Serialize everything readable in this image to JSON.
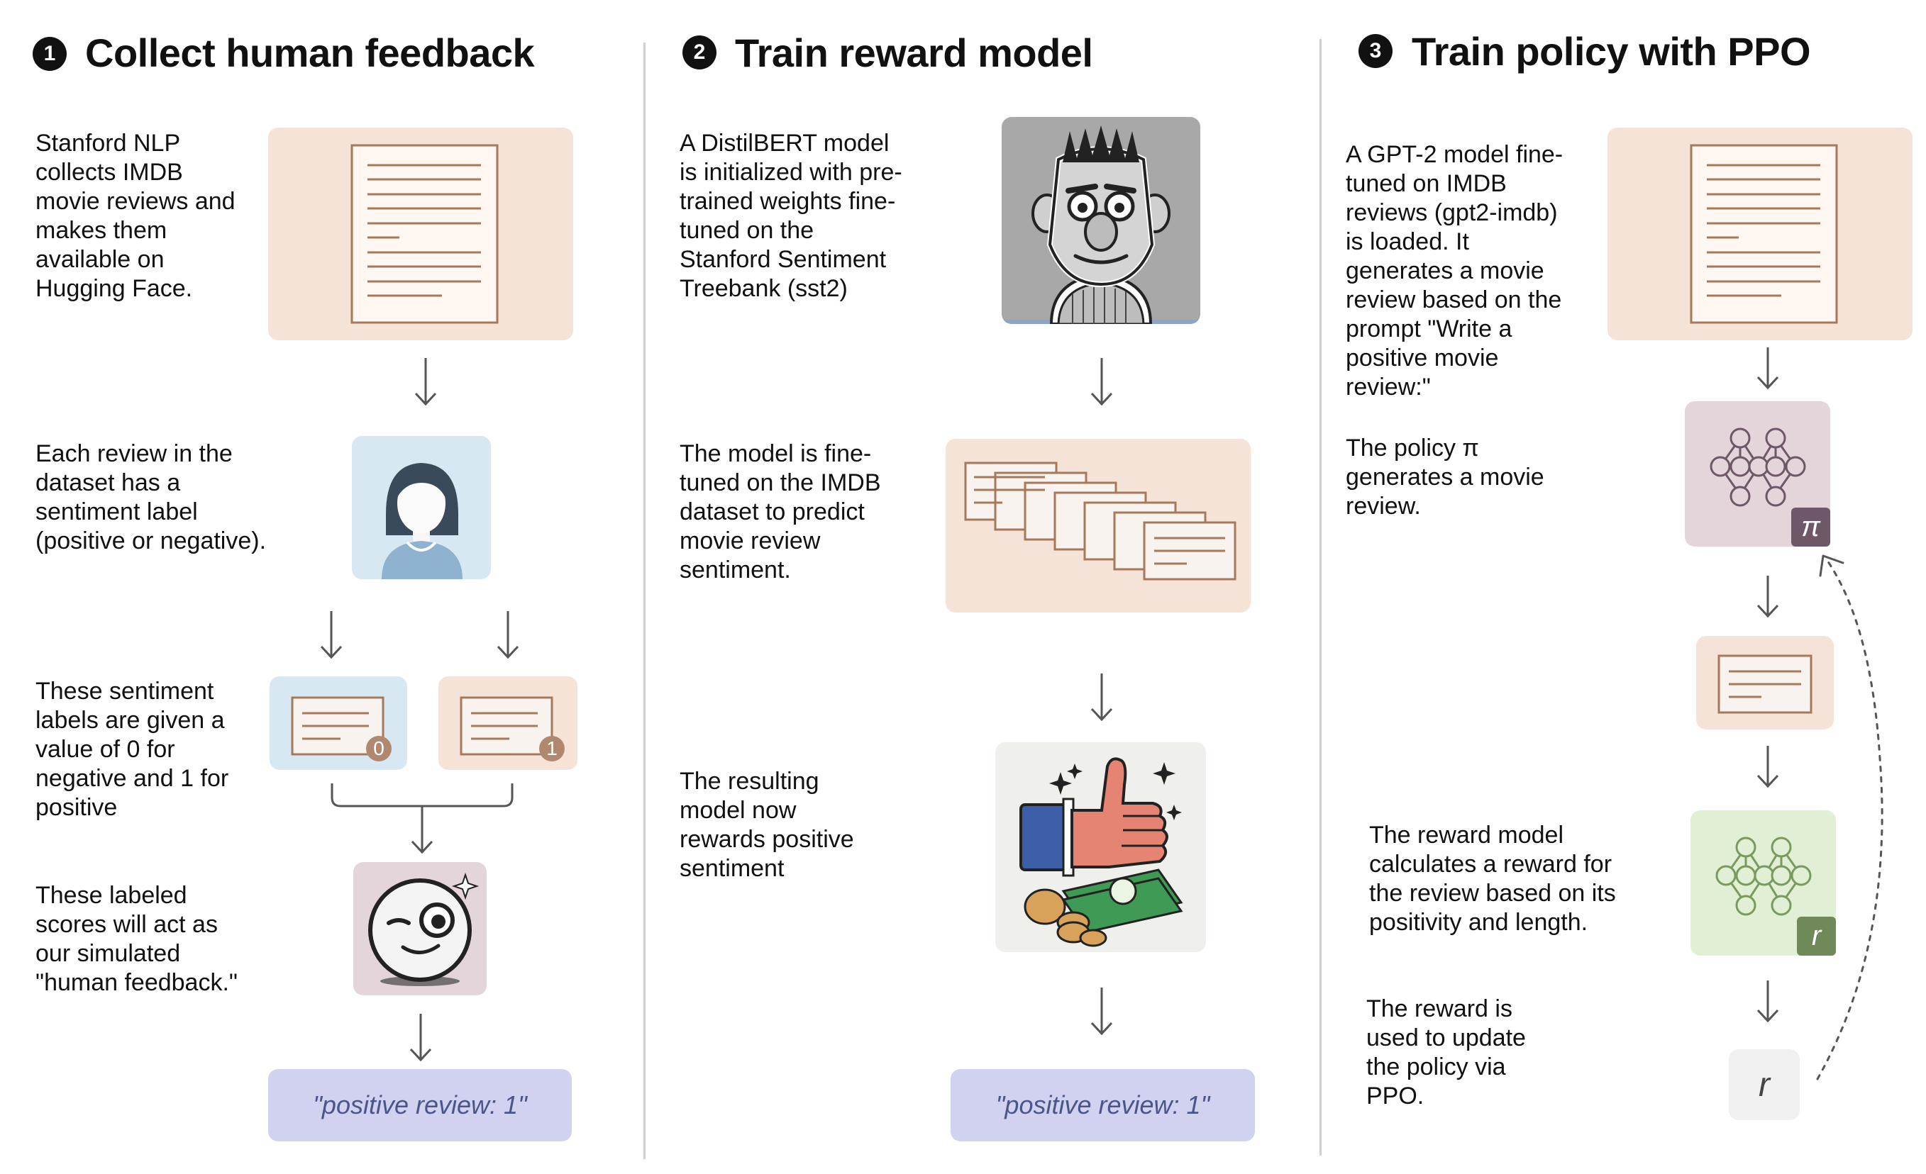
{
  "columns": [
    {
      "number": "1",
      "title": "Collect human feedback",
      "texts": {
        "t1": "Stanford NLP collects IMDB movie reviews and makes them available on Hugging Face.",
        "t2": "Each review in the dataset has a sentiment label (positive or negative).",
        "t3": "These sentiment labels are given a value of 0 for negative and 1 for positive",
        "t4": "These labeled scores will act as our simulated \"human feedback.\""
      },
      "badge_zero": "0",
      "badge_one": "1",
      "output": "\"positive review: 1\""
    },
    {
      "number": "2",
      "title": "Train reward model",
      "texts": {
        "t1": "A DistilBERT model is initialized with pre-trained weights fine-tuned on the Stanford Sentiment Treebank (sst2)",
        "t2": "The model is fine-tuned on the IMDB dataset to predict movie review sentiment.",
        "t3": "The resulting model now rewards positive sentiment"
      },
      "output": "\"positive review: 1\""
    },
    {
      "number": "3",
      "title": "Train policy with PPO",
      "texts": {
        "t1": "A GPT-2 model fine-tuned on IMDB reviews (gpt2-imdb) is loaded. It generates a movie review based on the prompt \"Write a positive movie review:\"",
        "t2": "The policy π generates a movie review.",
        "t3": "The reward model calculates a reward for the review based on its positivity and length.",
        "t4": "The reward is used to update the policy via PPO."
      },
      "policy_symbol": "π",
      "reward_symbol": "r",
      "reward_output": "r"
    }
  ],
  "colors": {
    "peach": "#f6e3d8",
    "light_blue": "#d8e8f2",
    "lavender": "#d0d2ef",
    "mauve": "#e3d5da",
    "green": "#e1efd4",
    "doc_stroke": "#a8785a",
    "arrow": "#555555"
  },
  "icons": [
    "document-icon",
    "person-icon",
    "winking-face-icon",
    "cartoon-character-icon",
    "document-stack-icon",
    "thumbs-up-money-icon",
    "neural-network-icon",
    "dotted-curved-arrow-icon"
  ]
}
